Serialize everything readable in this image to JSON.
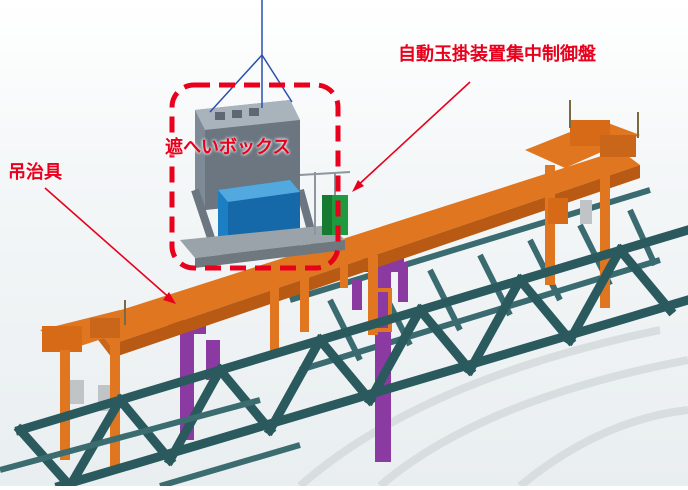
{
  "labels": {
    "control_panel": "自動玉掛装置集中制御盤",
    "shield_box": "遮へいボックス",
    "lifting_tool": "吊治具"
  },
  "colors": {
    "annotation": "#e8001c",
    "beam_orange": "#e0761f",
    "truss_teal": "#2a5a5e",
    "support_purple": "#8a3aa0",
    "box_blue": "#1c7fc4",
    "housing_gray": "#7e8a95",
    "panel_green": "#1f9a3f"
  },
  "icons": [
    "arrow-pointer-icon"
  ]
}
